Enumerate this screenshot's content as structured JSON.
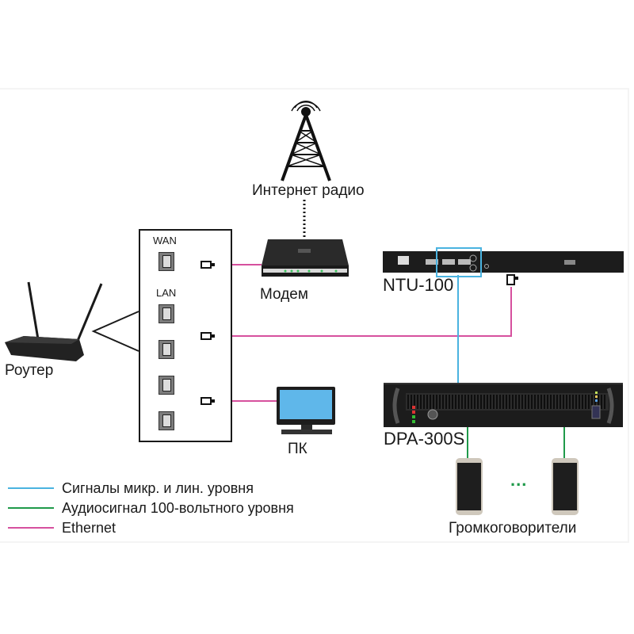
{
  "diagram": {
    "nodes": {
      "radio": {
        "label": "Интернет радио",
        "icon": "radio-tower-icon"
      },
      "modem": {
        "label": "Модем",
        "icon": "modem-icon"
      },
      "router": {
        "label": "Роутер",
        "icon": "router-icon"
      },
      "pc": {
        "label": "ПК",
        "icon": "desktop-computer-icon"
      },
      "ntu": {
        "label": "NTU-100",
        "icon": "network-audio-unit-icon"
      },
      "amp": {
        "label": "DPA-300S",
        "icon": "power-amplifier-icon"
      },
      "speakers": {
        "label": "Громкоговорители",
        "icon": "column-speaker-icon",
        "ellipsis": "..."
      }
    },
    "router_ports": {
      "wan_label": "WAN",
      "lan_label": "LAN",
      "wan_count": 1,
      "lan_count": 4
    },
    "connections": [
      {
        "from": "radio",
        "to": "modem",
        "type": "internet",
        "style": "dotted"
      },
      {
        "from": "router-wan",
        "to": "modem",
        "type": "ethernet"
      },
      {
        "from": "router-lan1",
        "to": "ntu",
        "type": "ethernet"
      },
      {
        "from": "router-lan3",
        "to": "pc",
        "type": "ethernet"
      },
      {
        "from": "ntu",
        "to": "amp",
        "type": "line_level"
      },
      {
        "from": "amp",
        "to": "speaker-1",
        "type": "line_100v"
      },
      {
        "from": "amp",
        "to": "speaker-n",
        "type": "line_100v"
      }
    ]
  },
  "legend": [
    {
      "key": "line_level",
      "label": "Сигналы микр. и лин. уровня",
      "color": "#4ab3e0"
    },
    {
      "key": "line_100v",
      "label": "Аудиосигнал 100-вольтного уровня",
      "color": "#1f9a4a"
    },
    {
      "key": "ethernet",
      "label": "Ethernet",
      "color": "#d6509e"
    }
  ],
  "colors": {
    "line_level": "#4ab3e0",
    "line_100v": "#1f9a4a",
    "ethernet": "#d6509e",
    "outline": "#1a1a1a"
  }
}
